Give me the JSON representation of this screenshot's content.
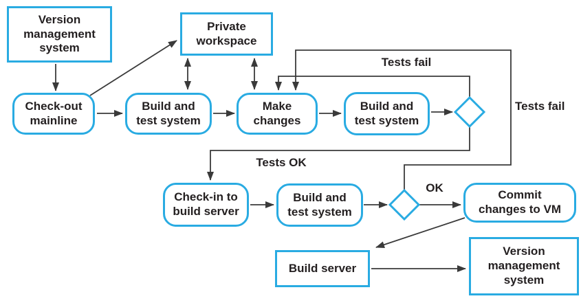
{
  "colors": {
    "node_border": "#29abe2",
    "arrow": "#3a3a3a",
    "text": "#231f20",
    "background": "#ffffff"
  },
  "nodes": {
    "vms_top": "Version\nmanagement\nsystem",
    "private_workspace": "Private\nworkspace",
    "checkout_mainline": "Check-out\nmainline",
    "build_test_1": "Build and\ntest system",
    "make_changes": "Make\nchanges",
    "build_test_2": "Build and\ntest system",
    "checkin_build_server": "Check-in to\nbuild server",
    "build_test_3": "Build and\ntest system",
    "commit_changes": "Commit\nchanges to VM",
    "build_server": "Build server",
    "vms_bottom": "Version\nmanagement\nsystem"
  },
  "edge_labels": {
    "tests_fail_top": "Tests fail",
    "tests_fail_right": "Tests fail",
    "tests_ok": "Tests OK",
    "ok": "OK"
  }
}
